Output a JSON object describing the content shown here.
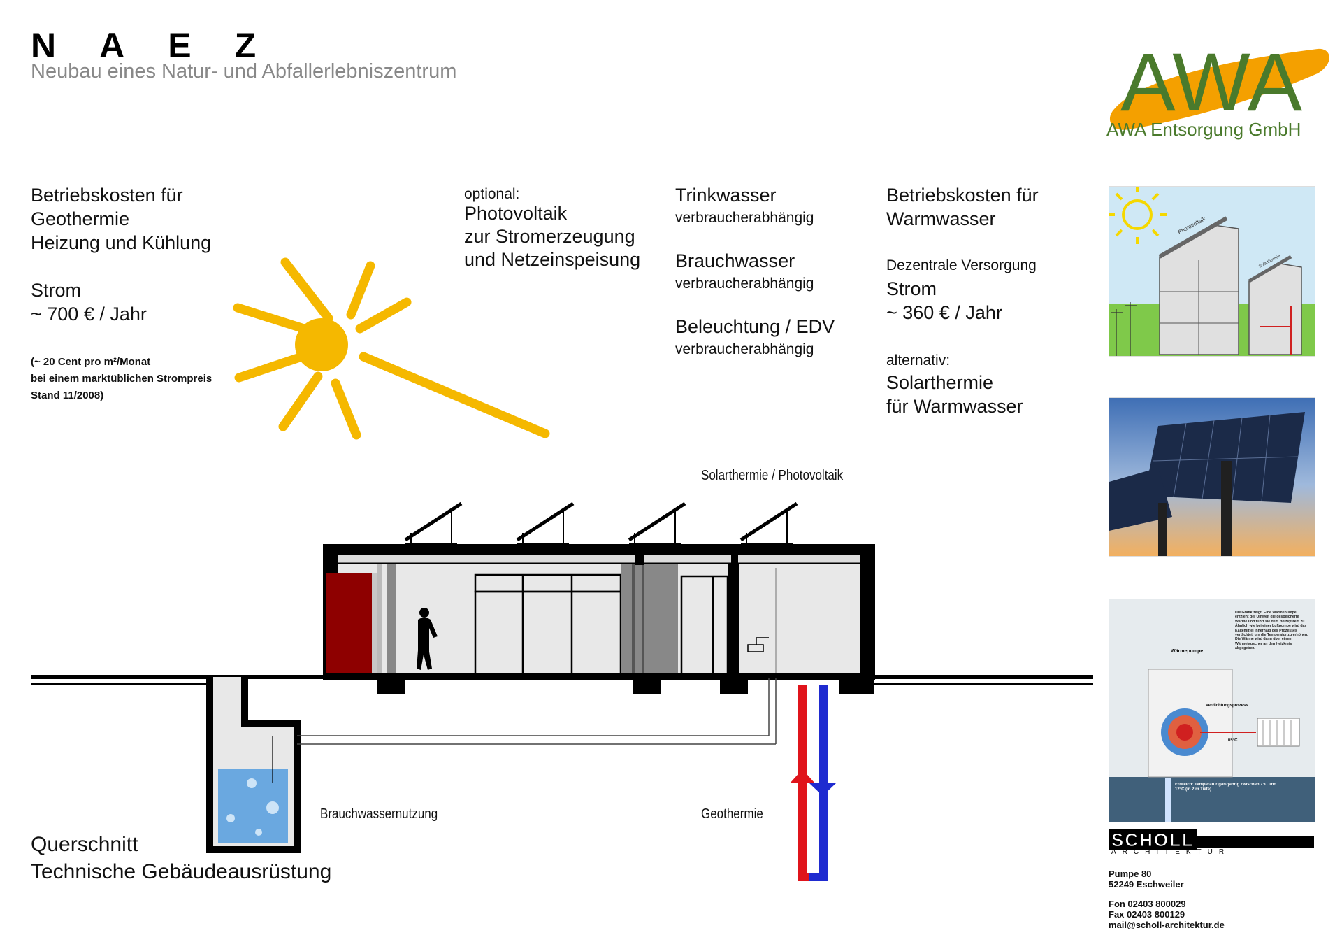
{
  "header": {
    "title": "NAEZ",
    "subtitle": "Neubau eines Natur- und Abfallerlebniszentrum"
  },
  "logo": {
    "letters": "AWA",
    "company": "AWA Entsorgung GmbH"
  },
  "geothermie_block": {
    "line1": "Betriebskosten für",
    "line2": "Geothermie",
    "line3": "Heizung und Kühlung",
    "strom_label": "Strom",
    "strom_value": "~ 700 € / Jahr",
    "note1": "(~ 20 Cent pro m²/Monat",
    "note2": "bei einem marktüblichen Strompreis",
    "note3": "Stand 11/2008)"
  },
  "pv_block": {
    "optional": "optional:",
    "line1": "Photovoltaik",
    "line2": "zur Stromerzeugung",
    "line3": "und Netzeinspeisung"
  },
  "water_block": {
    "trink": "Trinkwasser",
    "trink_sub": "verbraucherabhängig",
    "brauch": "Brauchwasser",
    "brauch_sub": "verbraucherabhängig",
    "licht": "Beleuchtung / EDV",
    "licht_sub": "verbraucherabhängig"
  },
  "warm_block": {
    "line1": "Betriebskosten für",
    "line2": "Warmwasser",
    "dez": "Dezentrale Versorgung",
    "strom_label": "Strom",
    "strom_value": "~ 360 € / Jahr",
    "alt": "alternativ:",
    "solar1": "Solarthermie",
    "solar2": "für Warmwasser"
  },
  "diagram_labels": {
    "solar_pv": "Solarthermie / Photovoltaik",
    "brauchwasser": "Brauchwassernutzung",
    "geothermie": "Geothermie"
  },
  "section_title": {
    "line1": "Querschnitt",
    "line2": "Technische Gebäudeausrüstung"
  },
  "thumbs": {
    "house_pv_label": "Photovoltaik",
    "house_st_label": "Solarthermie",
    "hp_caption": "Die Grafik zeigt: Eine Wärmepumpe entzieht der Umwelt die gespeicherte Wärme und führt sie dem Heizsystem zu. Ähnlich wie bei einer Luftpumpe wird das Kältemittel innerhalb des Prozesses verdichtet, um die Temperatur zu erhöhen. Die Wärme wird dann über einen Wärmetauscher an den Heizkreis abgegeben.",
    "hp_label_pumpe": "Wärmepumpe",
    "hp_label_verd": "Verdichtungsprozess",
    "hp_temp": "65°C",
    "hp_ground": "Erdreich: Temperatur ganzjährig zwischen 7°C und 12°C (in 2 m Tiefe)"
  },
  "architect": {
    "name": "SCHOLL",
    "sub": "ARCHITEKTUR",
    "street": "Pumpe 80",
    "city": "52249 Eschweiler",
    "fon": "Fon  02403 800029",
    "fax": "Fax  02403 800129",
    "mail": "mail@scholl-architektur.de"
  },
  "colors": {
    "sun": "#f5b800",
    "logo_green": "#4a7a2c",
    "logo_orange": "#f4a000",
    "hot_pipe": "#e0141b",
    "cold_pipe": "#1f2bd0",
    "red_wall": "#8e0000",
    "water": "#6aa8e0"
  }
}
